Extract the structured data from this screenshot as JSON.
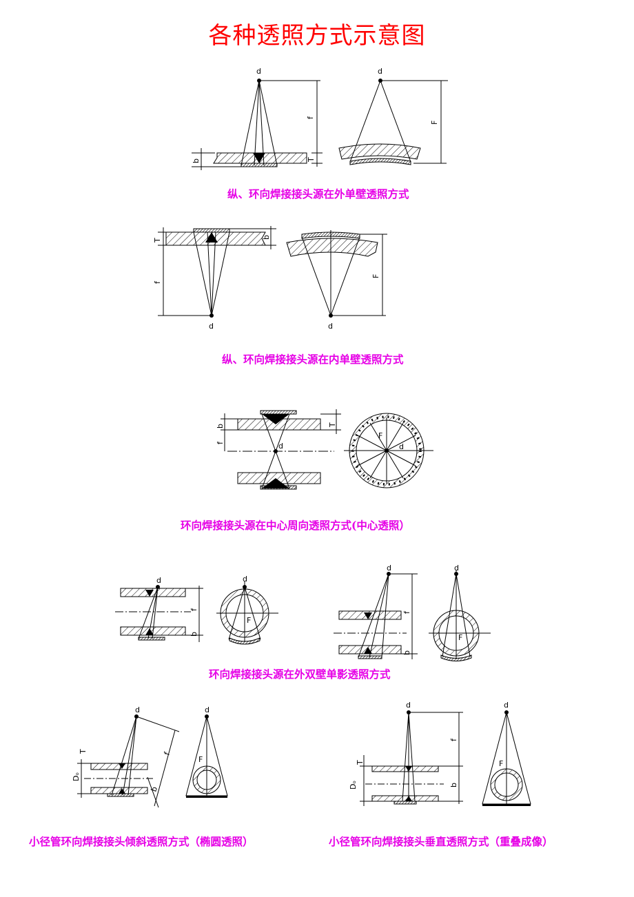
{
  "title": "各种透照方式示意图",
  "labels": {
    "d": "d",
    "f": "f",
    "F": "F",
    "b": "b",
    "T": "T",
    "Do": "Dₒ"
  },
  "captions": [
    "纵、环向焊接接头源在外单壁透照方式",
    "纵、环向焊接接头源在内单壁透照方式",
    "环向焊接接头源在中心周向透照方式(中心透照）",
    "环向焊接接头源在外双壁单影透照方式",
    "小径管环向焊接接头倾斜透照方式（椭圆透照）",
    "小径管环向焊接接头垂直透照方式（重叠成像）"
  ]
}
